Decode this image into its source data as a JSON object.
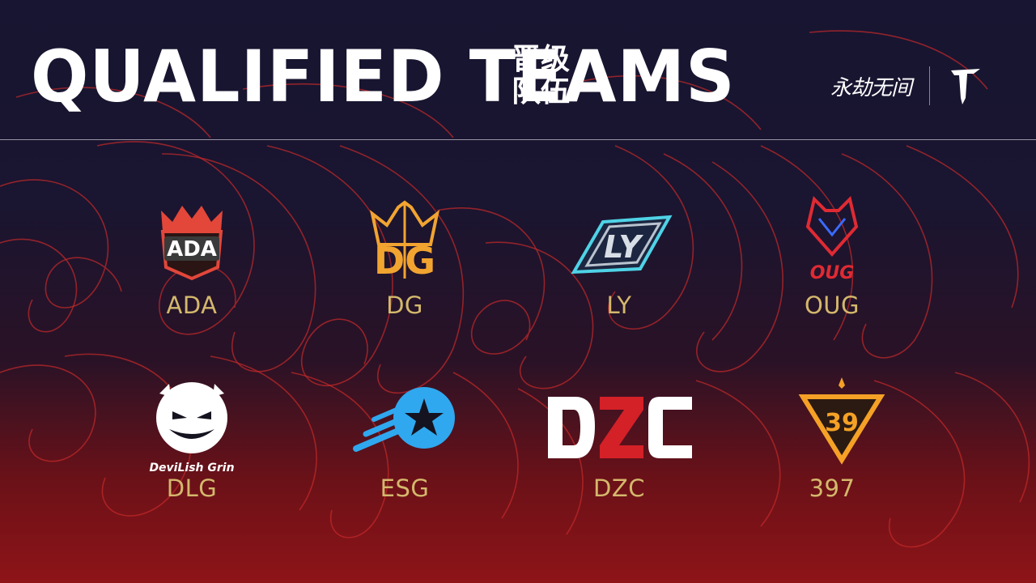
{
  "header": {
    "title_en": "QUALIFIED TEAMS",
    "title_zh_line1": "晋级",
    "title_zh_line2": "队伍"
  },
  "brand": {
    "text": "永劫无间",
    "mark_icon": "naraka-sword-icon"
  },
  "teams": [
    {
      "name": "ADA",
      "logo_icon": "ada-crown-shield-logo",
      "color": "#e2473a"
    },
    {
      "name": "DG",
      "logo_icon": "dg-crown-logo",
      "color": "#f2a431"
    },
    {
      "name": "LY",
      "logo_icon": "ly-diamond-logo",
      "color": "#4fd3e6"
    },
    {
      "name": "OUG",
      "logo_icon": "oug-fox-logo",
      "color": "#e02a33"
    },
    {
      "name": "DLG",
      "logo_icon": "dlg-devil-face-logo",
      "logo_caption": "DeviLish Grin",
      "color": "#ffffff"
    },
    {
      "name": "ESG",
      "logo_icon": "esg-star-comet-logo",
      "color": "#2fa8ef"
    },
    {
      "name": "DZC",
      "logo_icon": "dzc-letters-logo",
      "color": "#d42027"
    },
    {
      "name": "397",
      "logo_icon": "397-triangle-badge-logo",
      "color": "#f5a126"
    }
  ],
  "colors": {
    "name_gold": "#d4b86c",
    "background_top": "#171531",
    "background_bottom": "#8e1418"
  }
}
